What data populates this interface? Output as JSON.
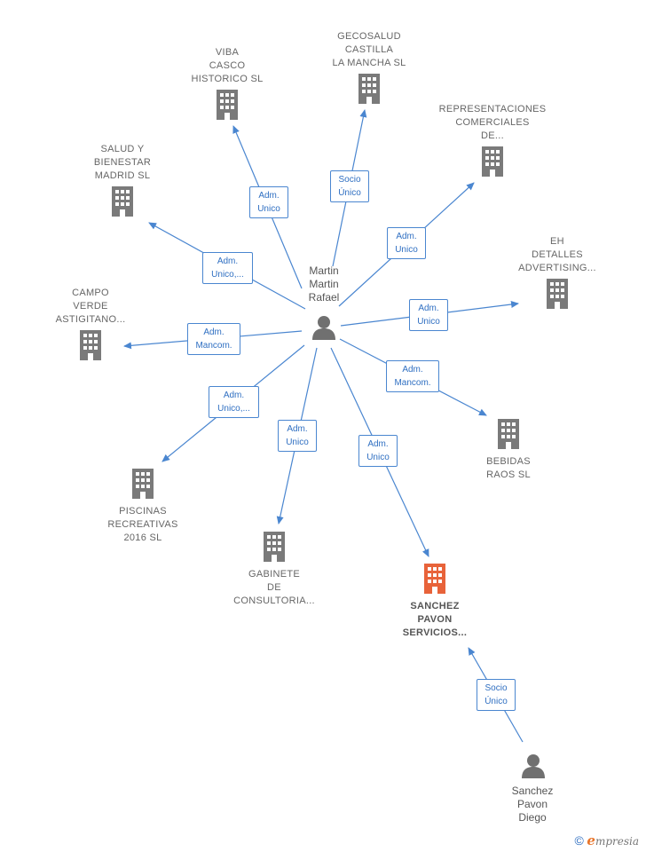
{
  "center_person": {
    "label": "Martin\nMartin\nRafael"
  },
  "secondary_person": {
    "label": "Sanchez\nPavon\nDiego"
  },
  "companies": [
    {
      "id": "viba",
      "label": "VIBA\nCASCO\nHISTORICO  SL"
    },
    {
      "id": "gecosalud",
      "label": "GECOSALUD\nCASTILLA\nLA MANCHA SL"
    },
    {
      "id": "representaciones",
      "label": "REPRESENTACIONES\nCOMERCIALES\nDE..."
    },
    {
      "id": "salud",
      "label": "SALUD Y\nBIENESTAR\nMADRID  SL"
    },
    {
      "id": "eh",
      "label": "EH\nDETALLES\nADVERTISING..."
    },
    {
      "id": "campo",
      "label": "CAMPO\nVERDE\nASTIGITANO..."
    },
    {
      "id": "bebidas",
      "label": "BEBIDAS\nRAOS SL"
    },
    {
      "id": "piscinas",
      "label": "PISCINAS\nRECREATIVAS\n2016  SL"
    },
    {
      "id": "gabinete",
      "label": "GABINETE\nDE\nCONSULTORIA..."
    },
    {
      "id": "sanchez",
      "label": "SANCHEZ\nPAVON\nSERVICIOS...",
      "highlight": true
    }
  ],
  "relations": [
    {
      "to": "viba",
      "label": "Adm.\nUnico"
    },
    {
      "to": "gecosalud",
      "label": "Socio\nÚnico"
    },
    {
      "to": "representaciones",
      "label": "Adm.\nUnico"
    },
    {
      "to": "salud",
      "label": "Adm.\nUnico,..."
    },
    {
      "to": "eh",
      "label": "Adm.\nUnico"
    },
    {
      "to": "campo",
      "label": "Adm.\nMancom."
    },
    {
      "to": "bebidas",
      "label": "Adm.\nMancom."
    },
    {
      "to": "piscinas",
      "label": "Adm.\nUnico,..."
    },
    {
      "to": "gabinete",
      "label": "Adm.\nUnico"
    },
    {
      "to": "sanchez",
      "label": "Adm.\nUnico"
    },
    {
      "from": "secondary_person",
      "to": "sanchez",
      "label": "Socio\nÚnico"
    }
  ],
  "colors": {
    "edge": "#4a86d0",
    "building": "#7a7a7a",
    "building_highlight": "#e8633a",
    "person": "#707070"
  },
  "footer": {
    "copyright": "©",
    "brand_initial": "e",
    "brand_rest": "mpresia"
  }
}
